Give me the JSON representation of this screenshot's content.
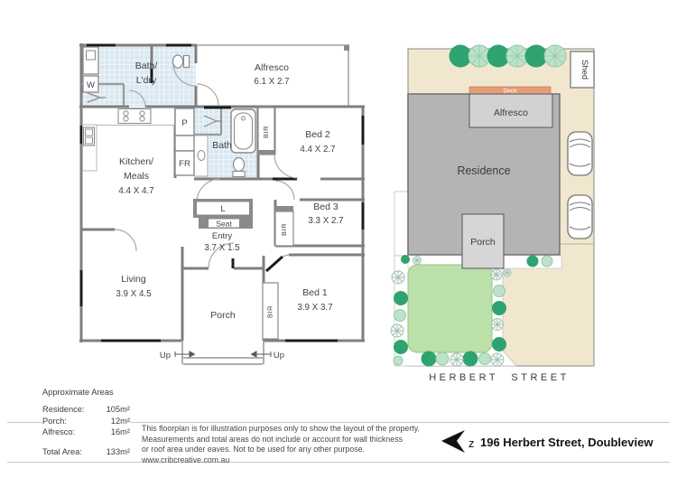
{
  "floorplan": {
    "labels": {
      "bath_ldry_1": "Bath/",
      "bath_ldry_2": "L'dry",
      "alfresco_name": "Alfresco",
      "alfresco_dim": "6.1 X 2.7",
      "kitchen_1": "Kitchen/",
      "kitchen_2": "Meals",
      "kitchen_dim": "4.4 X 4.7",
      "bath": "Bath",
      "bed2_name": "Bed 2",
      "bed2_dim": "4.4 X 2.7",
      "bed3_name": "Bed 3",
      "bed3_dim": "3.3 X 2.7",
      "bed1_name": "Bed 1",
      "bed1_dim": "3.9 X 3.7",
      "living_name": "Living",
      "living_dim": "3.9 X 4.5",
      "entry_name": "Entry",
      "entry_dim": "3.7 X 1.5",
      "porch": "Porch",
      "seat": "Seat",
      "linen": "L",
      "pantry": "P",
      "fridge": "FR",
      "washer": "W",
      "bir": "BIR",
      "up": "Up"
    }
  },
  "siteplan": {
    "labels": {
      "residence": "Residence",
      "alfresco": "Alfresco",
      "porch": "Porch",
      "deck": "Deck",
      "shed": "Shed",
      "street": "HERBERT STREET"
    }
  },
  "areas": {
    "title": "Approximate Areas",
    "rows": [
      {
        "label": "Residence:",
        "value": "105m²"
      },
      {
        "label": "Porch:",
        "value": "12m²"
      },
      {
        "label": "Alfresco:",
        "value": "16m²"
      }
    ],
    "total": {
      "label": "Total Area:",
      "value": "133m²"
    }
  },
  "disclaimer": {
    "line1": "This floorplan is for illustration purposes only to show the layout of the property.",
    "line2": "Measurements and total areas do not include or account for wall thickness",
    "line3": "or roof area under eaves. Not to be used for any other purpose.",
    "line4": "www.cribcreative.com.au"
  },
  "footer": {
    "logo_letter": "z",
    "address": "196 Herbert Street, Doubleview"
  },
  "colors": {
    "wall_gray": "#7f7f7f",
    "wall_black": "#1c1c1c",
    "tile_blue": "#d9e8f2",
    "lot_beige": "#f1e7cf",
    "residence_gray": "#b4b4b4",
    "alfresco_gray": "#d2d2d2",
    "deck_salmon": "#e79c77",
    "lawn_green": "#bce0aa",
    "tree_dark_green": "#2fa36f",
    "tree_light_green": "#bce3c8"
  }
}
